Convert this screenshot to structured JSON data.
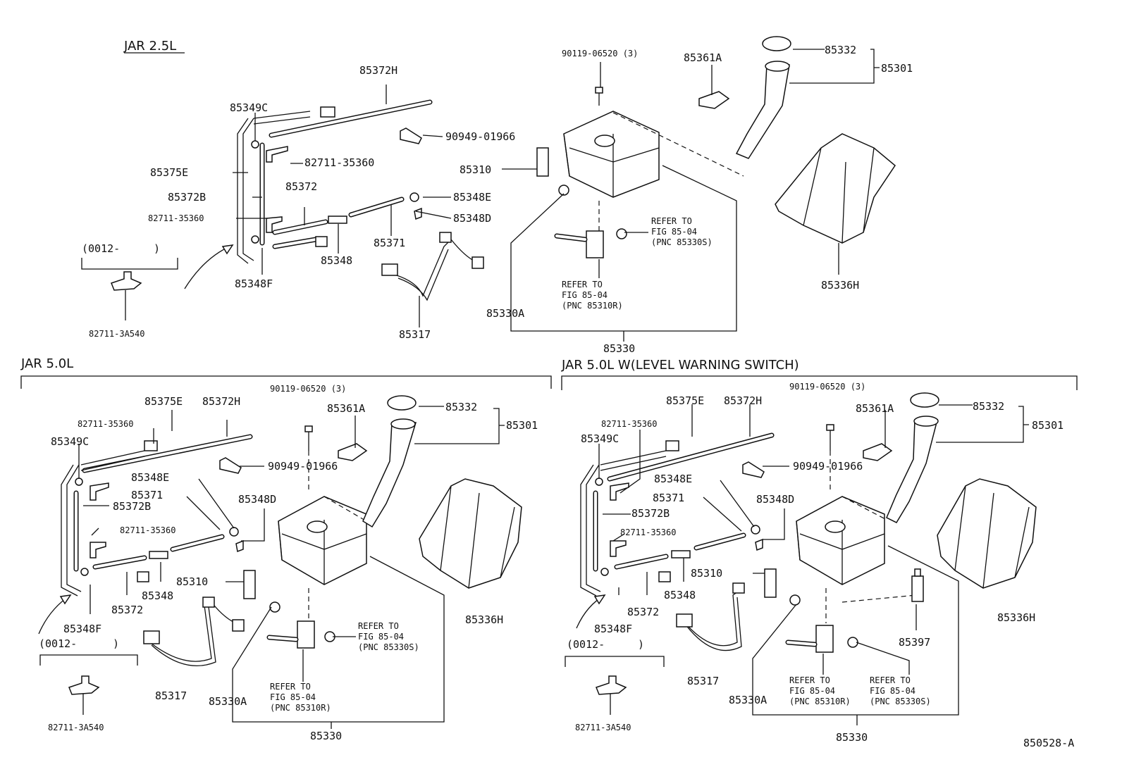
{
  "sections": {
    "jar25": "JAR 2.5L",
    "jar50": "JAR 5.0L",
    "jar50w": "JAR 5.0L W(LEVEL WARNING SWITCH)"
  },
  "ranges": {
    "r1": "(0012-",
    "r2": ")"
  },
  "refer": {
    "line1": "REFER TO",
    "line2": "FIG 85-04",
    "pnc_pump": "(PNC 85310R)",
    "pnc_grommet": "(PNC 85330S)"
  },
  "parts": {
    "p85372H": "85372H",
    "p85349C": "85349C",
    "p85375E": "85375E",
    "p85372B": "85372B",
    "p85372": "85372",
    "p82711_35360": "82711-35360",
    "p85348F": "85348F",
    "p85348": "85348",
    "p85371": "85371",
    "p85348E": "85348E",
    "p85348D": "85348D",
    "p90949_01966": "90949-01966",
    "p85310": "85310",
    "p85317": "85317",
    "p90119_06520": "90119-06520 (3)",
    "p85361A": "85361A",
    "p85332": "85332",
    "p85301": "85301",
    "p85336H": "85336H",
    "p85330A": "85330A",
    "p85330": "85330",
    "p82711_3A540": "82711-3A540",
    "p85397": "85397"
  },
  "diagram_code": "850528-A"
}
